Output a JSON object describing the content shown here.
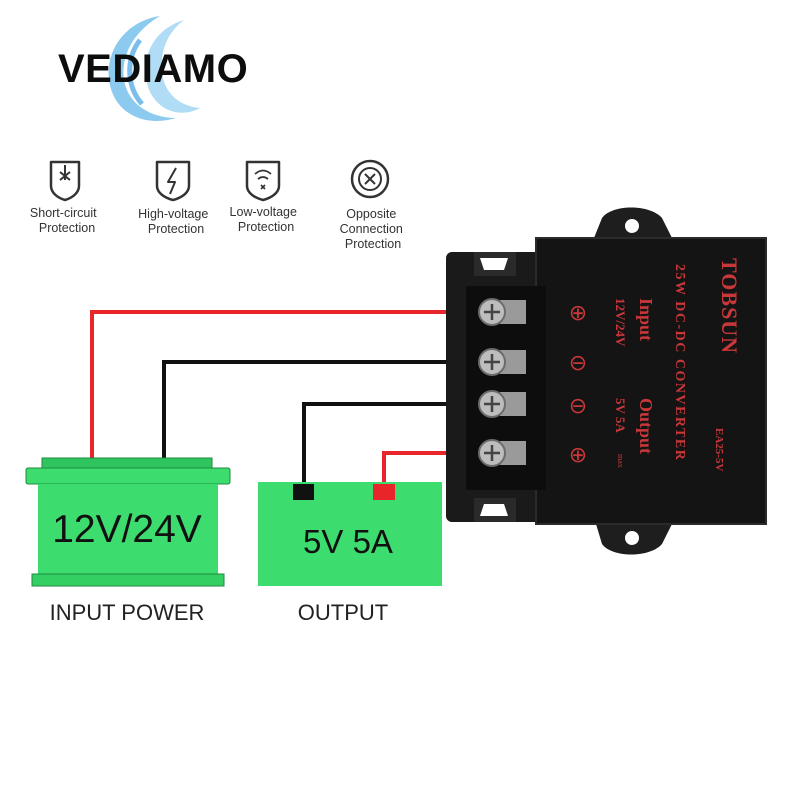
{
  "logo": {
    "text": "VEDIAMO",
    "swoosh_color": "#7fc4ee",
    "text_color": "#0d0d0d"
  },
  "protection_features": [
    {
      "icon": "short-circuit-shield-icon",
      "line1": "Short-circuit",
      "line2": "Protection",
      "line3": ""
    },
    {
      "icon": "high-voltage-shield-icon",
      "line1": "High-voltage",
      "line2": "Protection",
      "line3": ""
    },
    {
      "icon": "low-voltage-shield-icon",
      "line1": "Low-voltage",
      "line2": "Protection",
      "line3": ""
    },
    {
      "icon": "opposite-connection-circle-icon",
      "line1": "Opposite",
      "line2": "Connection",
      "line3": "Protection"
    }
  ],
  "input_battery": {
    "label": "12V/24V",
    "caption": "INPUT POWER"
  },
  "output_load": {
    "label": "5V 5A",
    "caption": "OUTPUT"
  },
  "converter": {
    "brand": "TOBSUN",
    "description": "25W DC-DC CONVERTER",
    "input_title": "Input",
    "input_value": "12V/24V",
    "output_title": "Output",
    "output_value": "5V 5A",
    "output_suffix": "max",
    "model": "EA25-5V",
    "terminal_symbols": [
      "⊕",
      "⊖",
      "⊖",
      "⊕"
    ]
  },
  "colors": {
    "battery_green": "#3ddc6e",
    "wire_red": "#e8252a",
    "wire_black": "#111111",
    "converter_body": "#141414",
    "converter_print": "#c8373a"
  }
}
